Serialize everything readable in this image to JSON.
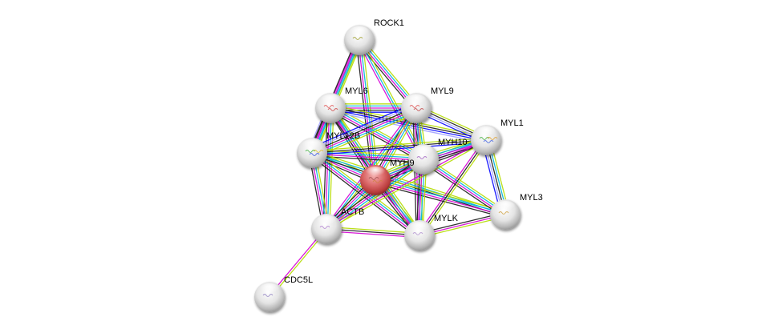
{
  "title": "Protein interaction network",
  "evidence_colors": {
    "neighborhood": "#00c800",
    "fusion": "#ff0000",
    "cooccurrence": "#0000ff",
    "coexpression": "#1a1a1a",
    "experiments": "#d400d4",
    "databases": "#00b4dc",
    "textmining": "#b4dc00",
    "homology": "#a0a0ff",
    "curated_blue": "#2020ff"
  },
  "nodes": [
    {
      "id": "ROCK1",
      "label": "ROCK1",
      "query": false
    },
    {
      "id": "MYL6",
      "label": "MYL6",
      "query": false
    },
    {
      "id": "MYL9",
      "label": "MYL9",
      "query": false
    },
    {
      "id": "MYL1",
      "label": "MYL1",
      "query": false
    },
    {
      "id": "MYL12B",
      "label": "MYL12B",
      "query": false
    },
    {
      "id": "MYH10",
      "label": "MYH10",
      "query": false
    },
    {
      "id": "MYH9",
      "label": "MYH9",
      "query": true
    },
    {
      "id": "MYL3",
      "label": "MYL3",
      "query": false
    },
    {
      "id": "ACTB",
      "label": "ACTB",
      "query": false
    },
    {
      "id": "MYLK",
      "label": "MYLK",
      "query": false
    },
    {
      "id": "CDC5L",
      "label": "CDC5L",
      "query": false
    }
  ],
  "edges": [
    {
      "a": "ROCK1",
      "b": "MYL6",
      "evidence": [
        "textmining",
        "databases",
        "experiments"
      ]
    },
    {
      "a": "ROCK1",
      "b": "MYL12B",
      "evidence": [
        "textmining",
        "databases",
        "experiments",
        "coexpression"
      ]
    },
    {
      "a": "ROCK1",
      "b": "MYL9",
      "evidence": [
        "textmining",
        "databases",
        "experiments",
        "coexpression"
      ]
    },
    {
      "a": "ROCK1",
      "b": "MYH9",
      "evidence": [
        "textmining",
        "databases",
        "experiments",
        "coexpression"
      ]
    },
    {
      "a": "ROCK1",
      "b": "MYH10",
      "evidence": [
        "textmining",
        "databases",
        "experiments"
      ]
    },
    {
      "a": "MYL6",
      "b": "MYL9",
      "evidence": [
        "textmining",
        "databases",
        "experiments",
        "coexpression",
        "cooccurrence"
      ]
    },
    {
      "a": "MYL6",
      "b": "MYL12B",
      "evidence": [
        "textmining",
        "databases",
        "experiments",
        "coexpression",
        "homology"
      ]
    },
    {
      "a": "MYL6",
      "b": "MYH9",
      "evidence": [
        "textmining",
        "databases",
        "experiments",
        "coexpression"
      ]
    },
    {
      "a": "MYL6",
      "b": "MYH10",
      "evidence": [
        "textmining",
        "databases",
        "experiments",
        "coexpression"
      ]
    },
    {
      "a": "MYL6",
      "b": "MYL1",
      "evidence": [
        "textmining",
        "coexpression",
        "cooccurrence",
        "homology"
      ]
    },
    {
      "a": "MYL6",
      "b": "ACTB",
      "evidence": [
        "textmining",
        "databases",
        "experiments",
        "coexpression"
      ]
    },
    {
      "a": "MYL6",
      "b": "MYLK",
      "evidence": [
        "textmining",
        "databases",
        "experiments",
        "coexpression"
      ]
    },
    {
      "a": "MYL9",
      "b": "MYL12B",
      "evidence": [
        "textmining",
        "databases",
        "experiments",
        "coexpression",
        "homology",
        "cooccurrence"
      ]
    },
    {
      "a": "MYL9",
      "b": "MYH9",
      "evidence": [
        "textmining",
        "databases",
        "experiments",
        "coexpression"
      ]
    },
    {
      "a": "MYL9",
      "b": "MYH10",
      "evidence": [
        "textmining",
        "databases",
        "experiments",
        "coexpression"
      ]
    },
    {
      "a": "MYL9",
      "b": "MYL1",
      "evidence": [
        "textmining",
        "coexpression",
        "homology",
        "cooccurrence"
      ]
    },
    {
      "a": "MYL9",
      "b": "MYLK",
      "evidence": [
        "textmining",
        "databases",
        "experiments",
        "coexpression"
      ]
    },
    {
      "a": "MYL9",
      "b": "ACTB",
      "evidence": [
        "textmining",
        "databases",
        "experiments"
      ]
    },
    {
      "a": "MYL12B",
      "b": "MYH9",
      "evidence": [
        "textmining",
        "databases",
        "experiments",
        "coexpression"
      ]
    },
    {
      "a": "MYL12B",
      "b": "MYH10",
      "evidence": [
        "textmining",
        "databases",
        "experiments",
        "coexpression"
      ]
    },
    {
      "a": "MYL12B",
      "b": "MYL1",
      "evidence": [
        "textmining",
        "coexpression",
        "cooccurrence"
      ]
    },
    {
      "a": "MYL12B",
      "b": "ACTB",
      "evidence": [
        "textmining",
        "databases",
        "experiments",
        "coexpression"
      ]
    },
    {
      "a": "MYL12B",
      "b": "MYLK",
      "evidence": [
        "textmining",
        "databases",
        "experiments",
        "coexpression"
      ]
    },
    {
      "a": "MYL12B",
      "b": "MYL3",
      "evidence": [
        "textmining",
        "databases",
        "coexpression"
      ]
    },
    {
      "a": "MYH9",
      "b": "MYH10",
      "evidence": [
        "textmining",
        "databases",
        "experiments",
        "coexpression",
        "homology"
      ]
    },
    {
      "a": "MYH9",
      "b": "MYL1",
      "evidence": [
        "textmining",
        "databases",
        "experiments",
        "coexpression"
      ]
    },
    {
      "a": "MYH9",
      "b": "MYL3",
      "evidence": [
        "textmining",
        "databases",
        "experiments",
        "coexpression"
      ]
    },
    {
      "a": "MYH9",
      "b": "ACTB",
      "evidence": [
        "textmining",
        "databases",
        "experiments",
        "coexpression"
      ]
    },
    {
      "a": "MYH9",
      "b": "MYLK",
      "evidence": [
        "textmining",
        "databases",
        "experiments",
        "coexpression"
      ]
    },
    {
      "a": "MYH10",
      "b": "MYL1",
      "evidence": [
        "textmining",
        "databases",
        "experiments",
        "coexpression"
      ]
    },
    {
      "a": "MYH10",
      "b": "MYL3",
      "evidence": [
        "textmining",
        "databases",
        "experiments",
        "coexpression"
      ]
    },
    {
      "a": "MYH10",
      "b": "ACTB",
      "evidence": [
        "textmining",
        "databases",
        "experiments",
        "coexpression"
      ]
    },
    {
      "a": "MYH10",
      "b": "MYLK",
      "evidence": [
        "textmining",
        "databases",
        "experiments",
        "coexpression"
      ]
    },
    {
      "a": "MYL1",
      "b": "MYL3",
      "evidence": [
        "textmining",
        "databases",
        "coexpression",
        "homology",
        "cooccurrence"
      ]
    },
    {
      "a": "MYL1",
      "b": "MYLK",
      "evidence": [
        "textmining",
        "coexpression",
        "experiments"
      ]
    },
    {
      "a": "MYL1",
      "b": "ACTB",
      "evidence": [
        "textmining",
        "experiments"
      ]
    },
    {
      "a": "MYL3",
      "b": "MYLK",
      "evidence": [
        "textmining",
        "experiments",
        "coexpression"
      ]
    },
    {
      "a": "ACTB",
      "b": "MYLK",
      "evidence": [
        "textmining",
        "coexpression",
        "experiments"
      ]
    },
    {
      "a": "ACTB",
      "b": "CDC5L",
      "evidence": [
        "textmining",
        "experiments"
      ]
    }
  ]
}
